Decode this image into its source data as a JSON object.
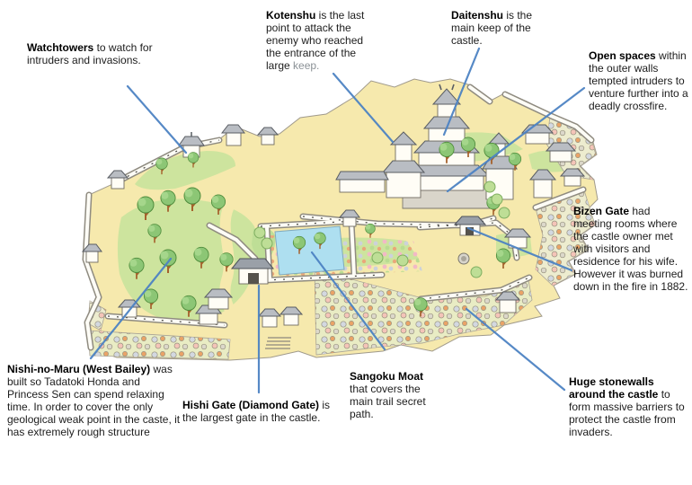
{
  "figure": {
    "type": "annotated illustrated castle map",
    "accent_color": "#4d83c3",
    "map_colors": {
      "ground": "#f6e9ad",
      "lawn": "#cde49e",
      "moat_water": "#aedff0",
      "wall_plaster": "#fdfcf6",
      "roof_gray": "#b9bdc3",
      "leader_line_blue": "#4d83c3"
    }
  },
  "labels": {
    "watchtowers": {
      "bold": "Watchtowers",
      "rest": " to watch for intruders and invasions."
    },
    "kotenshu": {
      "bold": "Kotenshu",
      "rest": " is the last point to attack the enemy who reached the entrance of the large ",
      "muted": "keep."
    },
    "daitenshu": {
      "bold": "Daitenshu",
      "rest": " is the main keep of the castle."
    },
    "open_spaces": {
      "bold": "Open spaces",
      "rest": " within the outer walls tempted intruders to venture further into a deadly crossfire."
    },
    "bizen_gate": {
      "bold": "Bizen Gate",
      "rest": " had meeting rooms where the castle owner met with visitors and residence for his wife. However it was burned down in the fire in 1882."
    },
    "nishi_no_maru": {
      "bold": "Nishi-no-Maru (West Bailey)",
      "rest": " was built so Tadatoki Honda and Princess Sen can spend relaxing time. In order to cover the only geological weak point in the caste, it has extremely rough structure"
    },
    "hishi_gate": {
      "bold": "Hishi Gate (Diamond Gate)",
      "rest": " is the largest gate in the castle."
    },
    "sangoku_moat": {
      "bold": "Sangoku Moat",
      "rest": " that covers the main trail secret path."
    },
    "stonewalls": {
      "bold": "Huge stonewalls around the castle",
      "rest": " to form massive barriers to protect the castle from invaders."
    }
  }
}
